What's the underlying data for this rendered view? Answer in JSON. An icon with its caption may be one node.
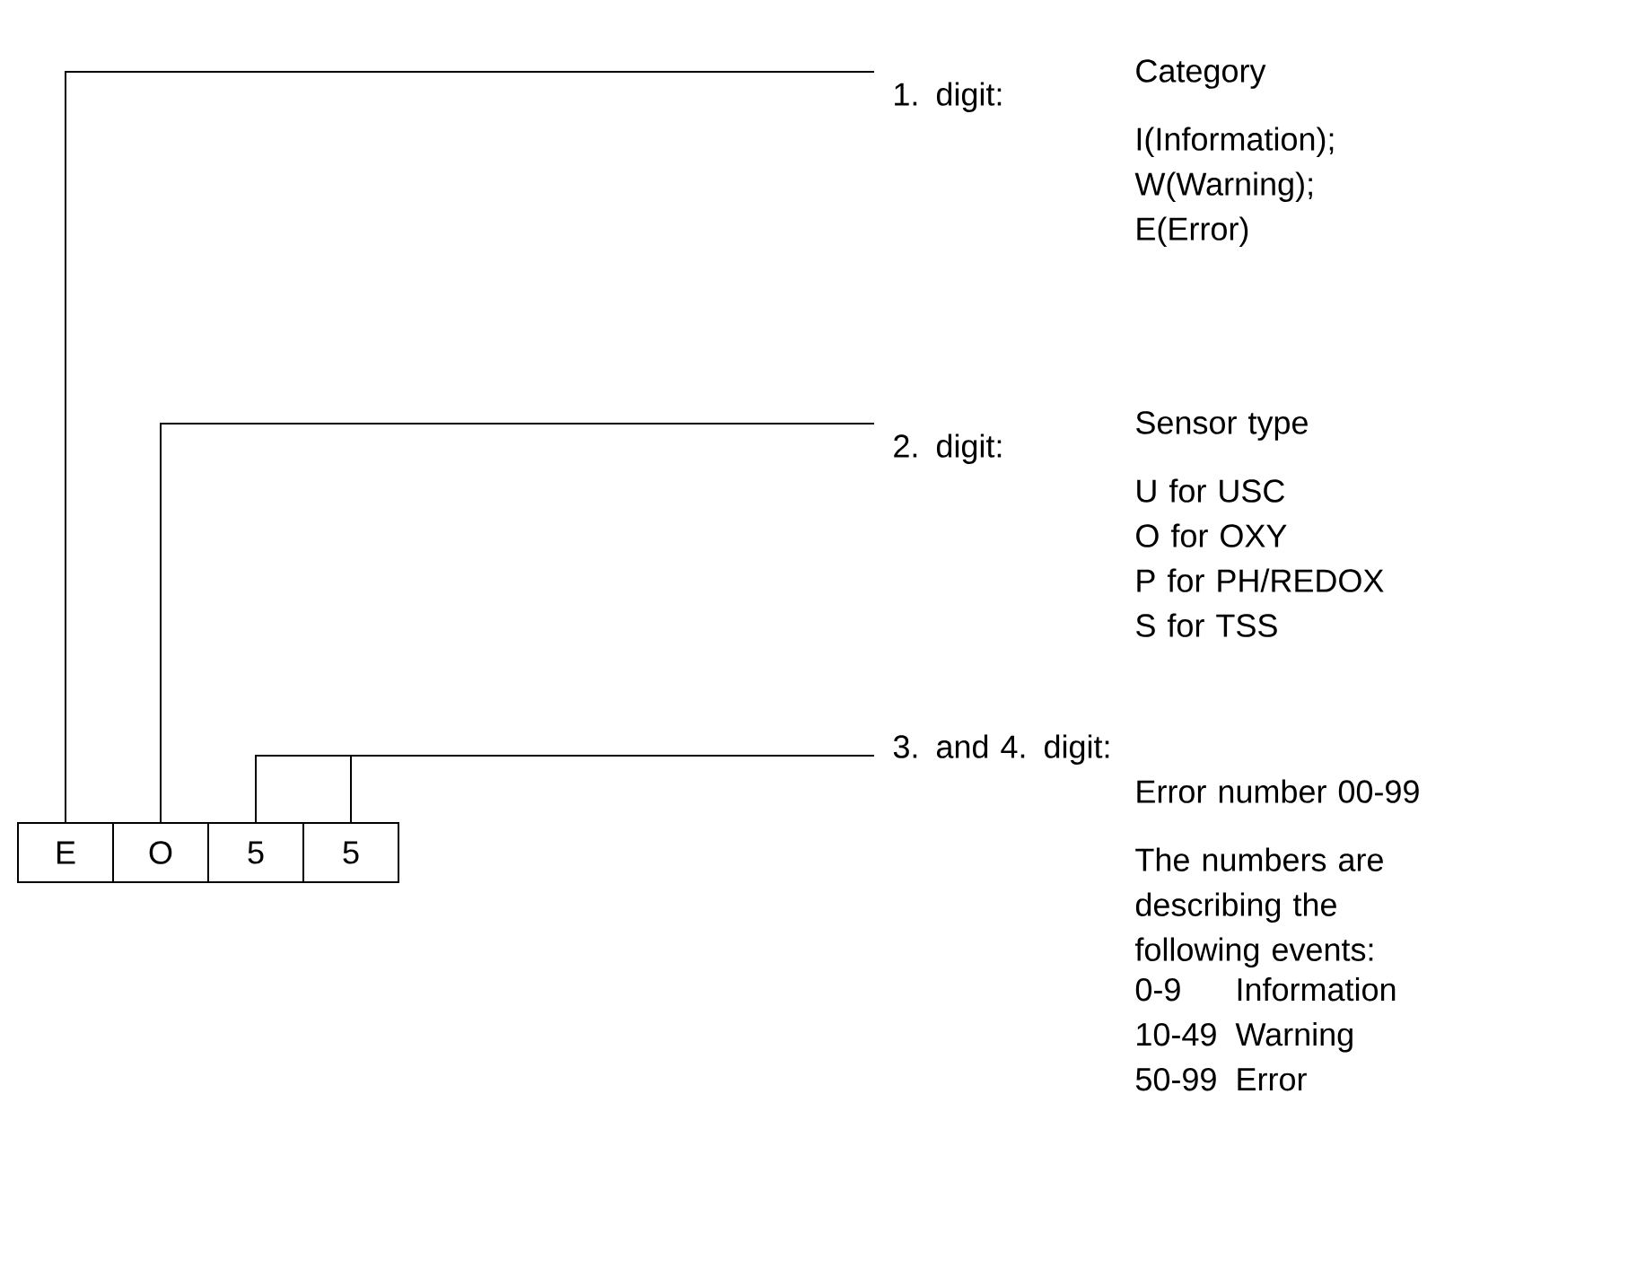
{
  "diagram": {
    "nodes": [
      {
        "text": [
          "E"
        ]
      },
      {
        "text": [
          "O"
        ]
      },
      {
        "text": [
          "5"
        ]
      },
      {
        "text": [
          "5"
        ]
      },
      {
        "text": [
          "1. digit:",
          "Category",
          "I(Information);",
          "W(Warning);",
          "E(Error)"
        ]
      },
      {
        "text": [
          "2. digit:",
          "Sensor type",
          "U for USC",
          "O for OXY",
          "P for PH/REDOX",
          "S for TSS"
        ]
      },
      {
        "text": [
          "3. and 4. digit:",
          "Error number 00-99",
          "The numbers are describing the following events:",
          "0-9",
          "Information",
          "10-49",
          "Warning",
          "50-99",
          "Error"
        ]
      }
    ],
    "edges": [
      {
        "from": 0,
        "to": 4,
        "arrow": "none"
      },
      {
        "from": 1,
        "to": 5,
        "arrow": "none"
      },
      {
        "from": 2,
        "to": 6,
        "arrow": "none"
      },
      {
        "from": 3,
        "to": 6,
        "arrow": "none"
      }
    ]
  }
}
